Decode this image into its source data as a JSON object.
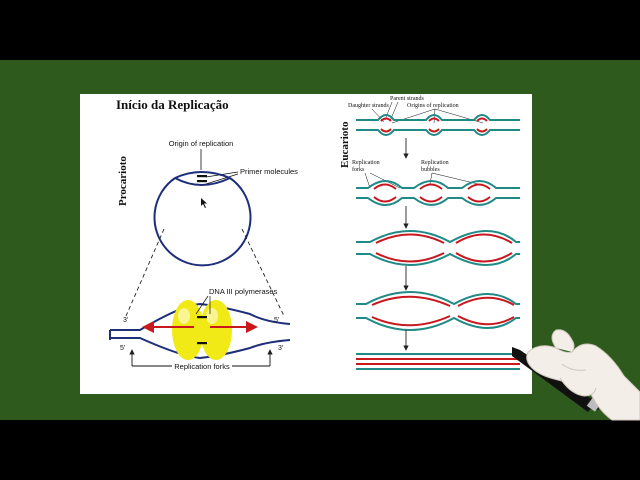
{
  "slide": {
    "title": "Início da Replicação",
    "prokaryote_label": "Procarioto",
    "eukaryote_label": "Eucarioto"
  },
  "prokaryote": {
    "origin_label": "Origin of replication",
    "primer_label": "Primer molecules",
    "polymerase_label": "DNA III polymerases",
    "forks_label": "Replication forks",
    "end_3prime": "3'",
    "end_5prime": "5'"
  },
  "eukaryote": {
    "parent_strands": "Parent strands",
    "daughter_strands": "Daughter strands",
    "origins": "Origins of replication",
    "forks_line1": "Replication",
    "forks_line2": "forks",
    "bubbles_line1": "Replication",
    "bubbles_line2": "bubbles"
  },
  "colors": {
    "board": "#2f5a1e",
    "dna_blue": "#1d2e7a",
    "teal_strand": "#1f8a86",
    "daughter_red": "#c8181d",
    "polymerase_yellow": "#f2ea17"
  }
}
